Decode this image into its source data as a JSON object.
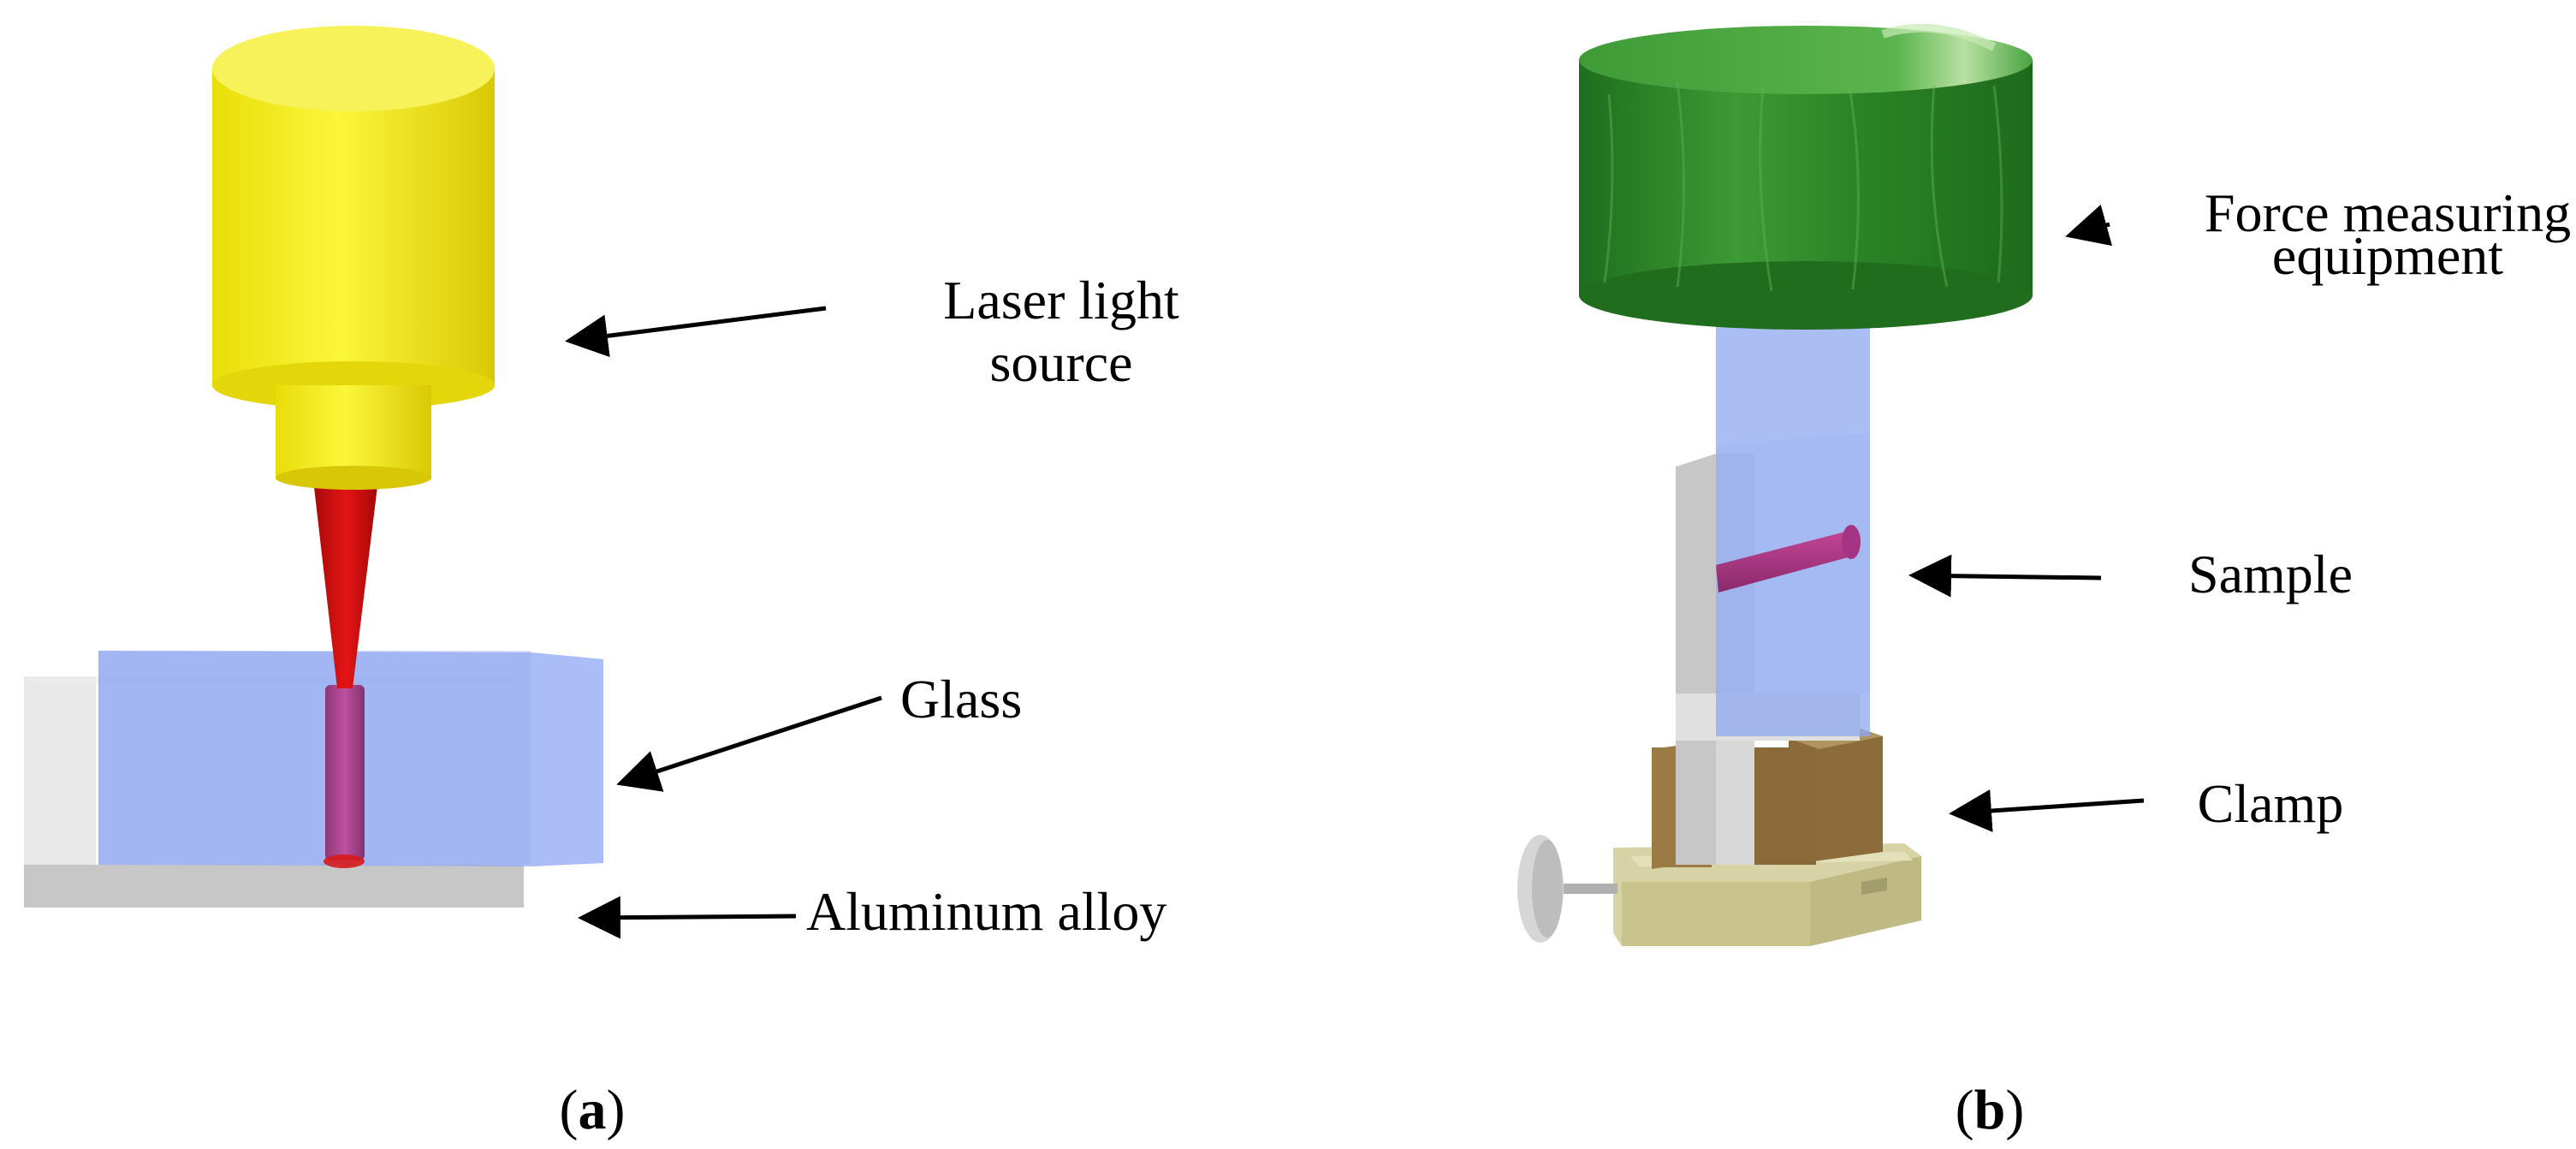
{
  "panel_a": {
    "labels": {
      "laser_line1": "Laser light",
      "laser_line2": "source",
      "glass": "Glass",
      "aluminum": "Aluminum alloy"
    },
    "caption_letter": "a"
  },
  "panel_b": {
    "labels": {
      "force_line1": "Force measuring",
      "force_line2": "equipment",
      "sample": "Sample",
      "clamp": "Clamp"
    },
    "caption_letter": "b"
  },
  "colors": {
    "laser_body": "#f5ee14",
    "laser_beam": "#d40f0f",
    "glass": "#8fa8f0",
    "aluminum": "#c8c8c8",
    "weld_seam": "#b23a86",
    "force_body": "#2f8a2a",
    "clamp_block": "#9c7a45",
    "clamp_base": "#d7d3a6"
  }
}
